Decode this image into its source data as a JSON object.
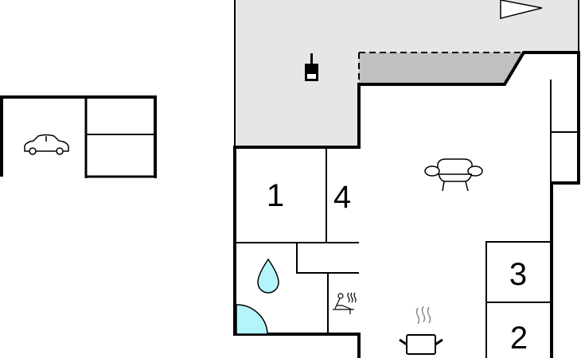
{
  "rooms": {
    "room1": "1",
    "room2": "2",
    "room3": "3",
    "room4": "4"
  },
  "icons": [
    "car-icon",
    "stove-icon",
    "sofa-icon",
    "water-drop-icon",
    "sauna-icon",
    "cooking-pot-icon",
    "entrance-arrow-icon"
  ],
  "colors": {
    "terrace": "#e6e6e6",
    "covered_terrace": "#c0c0c0",
    "water": "#b3f5fa",
    "wall": "#000000"
  }
}
